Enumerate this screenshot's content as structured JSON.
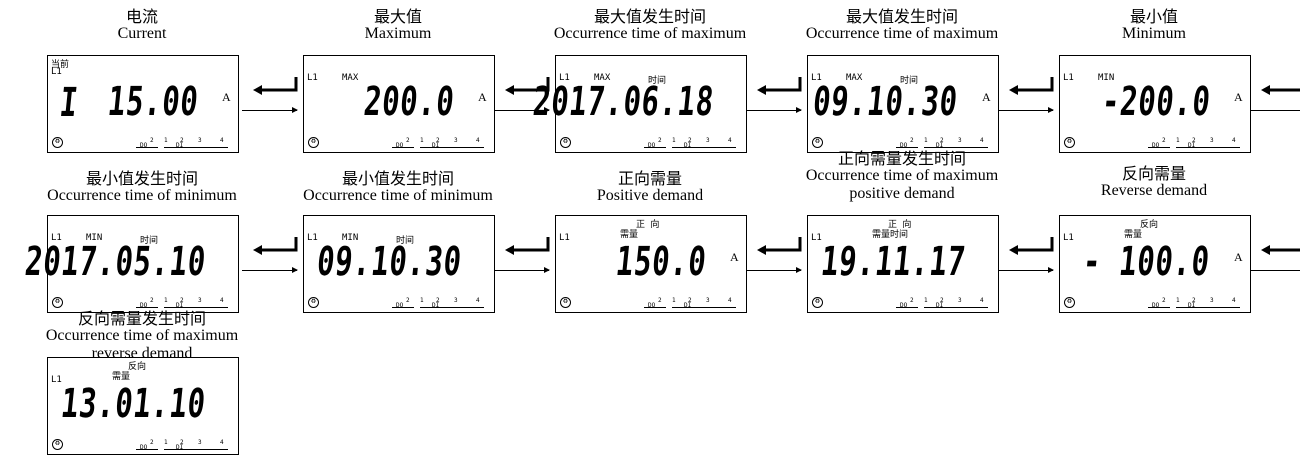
{
  "panels": [
    {
      "zh": "电流",
      "en": [
        "Current"
      ],
      "tl": "当前",
      "l1": "L1",
      "tags": [],
      "main": "15.00",
      "sym": "I",
      "unit": "A"
    },
    {
      "zh": "最大值",
      "en": [
        "Maximum"
      ],
      "tl": "",
      "l1": "L1",
      "tags": [
        "MAX"
      ],
      "main": "200.0",
      "sym": "",
      "unit": "A"
    },
    {
      "zh": "最大值发生时间",
      "en": [
        "Occurrence time of maximum"
      ],
      "tl": "",
      "l1": "L1",
      "tags": [
        "MAX",
        "时间"
      ],
      "main": "2017.06.18",
      "sym": "",
      "unit": ""
    },
    {
      "zh": "最大值发生时间",
      "en": [
        "Occurrence time of maximum"
      ],
      "tl": "",
      "l1": "L1",
      "tags": [
        "MAX",
        "时间"
      ],
      "main": "09.10.30",
      "sym": "",
      "unit": "A"
    },
    {
      "zh": "最小值",
      "en": [
        "Minimum"
      ],
      "tl": "",
      "l1": "L1",
      "tags": [
        "MIN"
      ],
      "main": "-200.0",
      "sym": "",
      "unit": "A"
    },
    {
      "zh": "最小值发生时间",
      "en": [
        "Occurrence time of minimum"
      ],
      "tl": "",
      "l1": "L1",
      "tags": [
        "MIN",
        "时间"
      ],
      "main": "2017.05.10",
      "sym": "",
      "unit": ""
    },
    {
      "zh": "最小值发生时间",
      "en": [
        "Occurrence time of minimum"
      ],
      "tl": "",
      "l1": "L1",
      "tags": [
        "MIN",
        "时间"
      ],
      "main": "09.10.30",
      "sym": "",
      "unit": ""
    },
    {
      "zh": "正向需量",
      "en": [
        "Positive demand"
      ],
      "tl": "",
      "l1": "L1",
      "tags": [
        "正 向",
        "需量"
      ],
      "main": "150.0",
      "sym": "",
      "unit": "A"
    },
    {
      "zh": "正向需量发生时间",
      "en": [
        "Occurrence time of maximum",
        "positive demand"
      ],
      "tl": "",
      "l1": "L1",
      "tags": [
        "正 向",
        "需量时间"
      ],
      "main": "19.11.17",
      "sym": "",
      "unit": ""
    },
    {
      "zh": "反向需量",
      "en": [
        "Reverse demand"
      ],
      "tl": "",
      "l1": "L1",
      "tags": [
        "反向",
        "需量"
      ],
      "main": "- 100.0",
      "sym": "",
      "unit": "A"
    },
    {
      "zh": "反向需量发生时间",
      "en": [
        "Occurrence time of maximum",
        "reverse demand"
      ],
      "tl": "",
      "l1": "L1",
      "tags": [
        "反向",
        "需量"
      ],
      "main": "13.01.10",
      "sym": "",
      "unit": ""
    }
  ],
  "io": {
    "do": "DO",
    "di": "DI",
    "n1": "1",
    "n2": "2",
    "n3": "3",
    "n4": "4",
    "icon": "eco-icon"
  }
}
